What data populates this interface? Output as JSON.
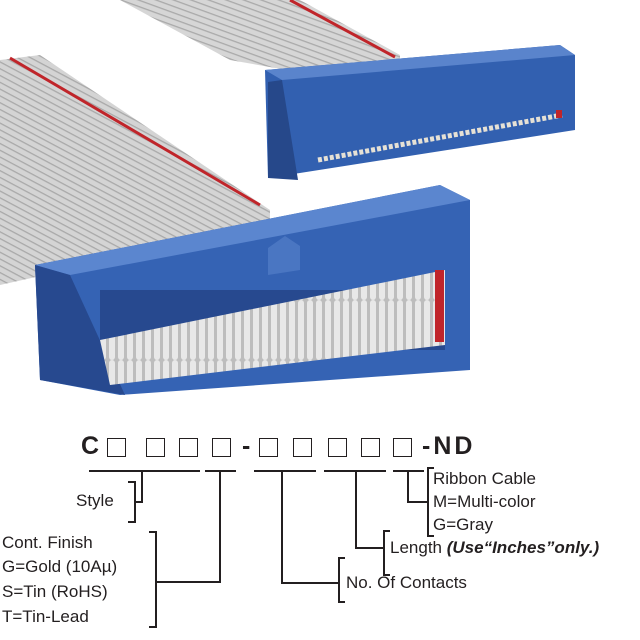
{
  "part_number": {
    "prefix": "C",
    "style_boxes": 4,
    "separator": "-",
    "middle_boxes": 5,
    "suffix": "-ND"
  },
  "legend": {
    "style": "Style",
    "finish": [
      "Cont. Finish",
      "G=Gold (10Aµ)",
      "S=Tin (RoHS)",
      "T=Tin-Lead"
    ],
    "contacts": "No. Of Contacts",
    "length": "Length",
    "length_note": "(Use“Inches”only.)",
    "ribbon": [
      "Ribbon Cable",
      "M=Multi-color",
      "G=Gray"
    ]
  },
  "colors": {
    "connector": "#2f5aa8",
    "cable": "#c9c9c9",
    "stripe": "#c0252a"
  }
}
